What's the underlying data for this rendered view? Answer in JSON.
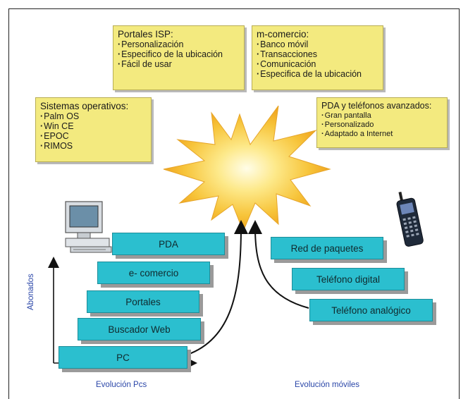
{
  "notes": {
    "portales": {
      "title": "Portales ISP:",
      "items": [
        "Personalización",
        "Especifico de la ubicación",
        "Fácil de usar"
      ]
    },
    "mcomercio": {
      "title": "m-comercio:",
      "items": [
        "Banco móvil",
        "Transacciones",
        "Comunicación",
        "Especifica de la ubicación"
      ]
    },
    "sistemas": {
      "title": "Sistemas operativos:",
      "items": [
        "Palm OS",
        "Win CE",
        "EPOC",
        "RIMOS"
      ]
    },
    "pda": {
      "title": "PDA y teléfonos avanzados:",
      "items": [
        "Gran pantalla",
        "Personalizado",
        "Adaptado a Internet"
      ]
    }
  },
  "pc_steps": [
    "PDA",
    "e- comercio",
    "Portales",
    "Buscador Web",
    "PC"
  ],
  "mobile_steps": [
    "Red de paquetes",
    "Teléfono digital",
    "Teléfono analógico"
  ],
  "axes": {
    "y_label": "Abonados",
    "x_label_pc": "Evolución Pcs",
    "x_label_mobile": "Evolución móviles"
  },
  "colors": {
    "note_fill": "#f3ea7f",
    "step_fill": "#2bbfcf",
    "star_fill": "#f7c43a",
    "axis_text": "#2a46a8"
  },
  "icons": [
    "computer-icon",
    "mobile-phone-icon",
    "starburst-icon"
  ]
}
